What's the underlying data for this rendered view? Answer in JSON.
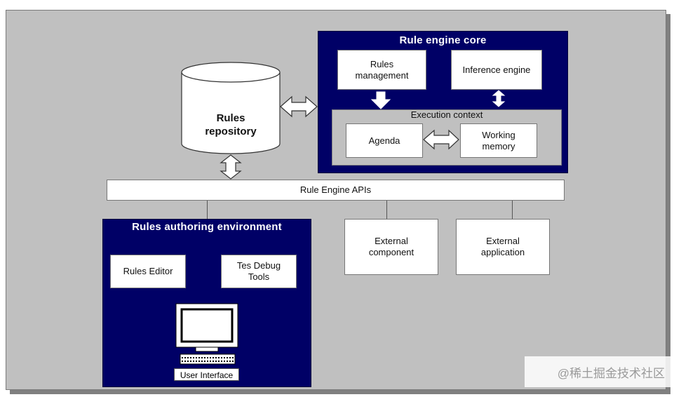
{
  "core": {
    "title": "Rule engine core",
    "rules_management": "Rules\nmanagement",
    "inference_engine": "Inference engine",
    "execution_context": "Execution context",
    "agenda": "Agenda",
    "working_memory": "Working\nmemory"
  },
  "repository": {
    "label": "Rules\nrepository"
  },
  "apis": {
    "label": "Rule Engine APIs"
  },
  "authoring": {
    "title": "Rules authoring environment",
    "rules_editor": "Rules Editor",
    "debug_tools": "Tes Debug\nTools",
    "user_interface": "User Interface"
  },
  "external": {
    "component": "External\ncomponent",
    "application": "External\napplication"
  },
  "watermark": {
    "text": "@稀土掘金技术社区"
  },
  "colors": {
    "navy": "#000066",
    "panel_grey": "#c0c0c0",
    "box_white": "#ffffff"
  },
  "icons": [
    "double-arrow-icon",
    "down-arrow-icon",
    "updown-arrow-icon",
    "computer-monitor-icon",
    "keyboard-icon",
    "database-cylinder-icon"
  ]
}
